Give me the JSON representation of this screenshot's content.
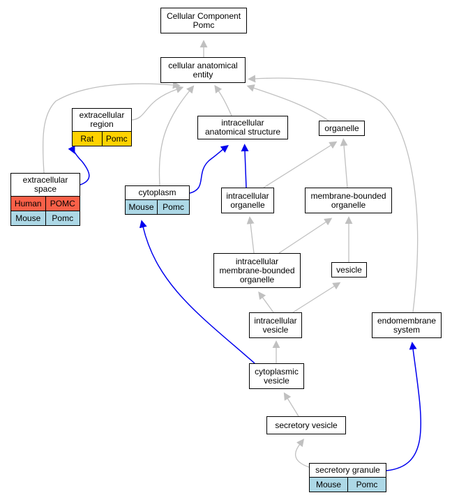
{
  "colors": {
    "gray_edge": "#c0c0c0",
    "blue_edge": "#0000ee",
    "human": "#fa6048",
    "rat": "#ffd200",
    "mouse": "#add8e6"
  },
  "nodes": {
    "cellular_component": {
      "lines": [
        "Cellular Component",
        "Pomc"
      ]
    },
    "cellular_anatomical_entity": {
      "lines": [
        "cellular anatomical",
        "entity"
      ]
    },
    "extracellular_region": {
      "lines": [
        "extracellular",
        "region"
      ],
      "rows": [
        [
          "Rat",
          "Pomc"
        ]
      ]
    },
    "intracellular_anatomical_structure": {
      "lines": [
        "intracellular",
        "anatomical structure"
      ]
    },
    "organelle": {
      "lines": [
        "organelle"
      ]
    },
    "extracellular_space": {
      "lines": [
        "extracellular",
        "space"
      ],
      "rows": [
        [
          "Human",
          "POMC"
        ],
        [
          "Mouse",
          "Pomc"
        ]
      ]
    },
    "cytoplasm": {
      "lines": [
        "cytoplasm"
      ],
      "rows": [
        [
          "Mouse",
          "Pomc"
        ]
      ]
    },
    "intracellular_organelle": {
      "lines": [
        "intracellular",
        "organelle"
      ]
    },
    "membrane_bounded_organelle": {
      "lines": [
        "membrane-bounded",
        "organelle"
      ]
    },
    "intracellular_membrane_bounded_organelle": {
      "lines": [
        "intracellular",
        "membrane-bounded",
        "organelle"
      ]
    },
    "vesicle": {
      "lines": [
        "vesicle"
      ]
    },
    "intracellular_vesicle": {
      "lines": [
        "intracellular",
        "vesicle"
      ]
    },
    "endomembrane_system": {
      "lines": [
        "endomembrane",
        "system"
      ]
    },
    "cytoplasmic_vesicle": {
      "lines": [
        "cytoplasmic",
        "vesicle"
      ]
    },
    "secretory_vesicle": {
      "lines": [
        "secretory vesicle"
      ]
    },
    "secretory_granule": {
      "lines": [
        "secretory granule"
      ],
      "rows": [
        [
          "Mouse",
          "Pomc"
        ]
      ]
    }
  },
  "edges": [
    {
      "from": "cellular_anatomical_entity",
      "to": "cellular_component",
      "kind": "gray"
    },
    {
      "from": "extracellular_region",
      "to": "cellular_anatomical_entity",
      "kind": "gray"
    },
    {
      "from": "intracellular_anatomical_structure",
      "to": "cellular_anatomical_entity",
      "kind": "gray"
    },
    {
      "from": "organelle",
      "to": "cellular_anatomical_entity",
      "kind": "gray"
    },
    {
      "from": "extracellular_space",
      "to": "cellular_anatomical_entity",
      "kind": "gray"
    },
    {
      "from": "cytoplasm",
      "to": "cellular_anatomical_entity",
      "kind": "gray"
    },
    {
      "from": "endomembrane_system",
      "to": "cellular_anatomical_entity",
      "kind": "gray"
    },
    {
      "from": "extracellular_space",
      "to": "extracellular_region",
      "kind": "blue"
    },
    {
      "from": "cytoplasm",
      "to": "intracellular_anatomical_structure",
      "kind": "blue"
    },
    {
      "from": "intracellular_organelle",
      "to": "intracellular_anatomical_structure",
      "kind": "blue"
    },
    {
      "from": "intracellular_organelle",
      "to": "organelle",
      "kind": "gray"
    },
    {
      "from": "membrane_bounded_organelle",
      "to": "organelle",
      "kind": "gray"
    },
    {
      "from": "intracellular_membrane_bounded_organelle",
      "to": "intracellular_organelle",
      "kind": "gray"
    },
    {
      "from": "intracellular_membrane_bounded_organelle",
      "to": "membrane_bounded_organelle",
      "kind": "gray"
    },
    {
      "from": "vesicle",
      "to": "membrane_bounded_organelle",
      "kind": "gray"
    },
    {
      "from": "intracellular_vesicle",
      "to": "intracellular_membrane_bounded_organelle",
      "kind": "gray"
    },
    {
      "from": "intracellular_vesicle",
      "to": "vesicle",
      "kind": "gray"
    },
    {
      "from": "cytoplasmic_vesicle",
      "to": "intracellular_vesicle",
      "kind": "gray"
    },
    {
      "from": "cytoplasmic_vesicle",
      "to": "cytoplasm",
      "kind": "blue"
    },
    {
      "from": "secretory_vesicle",
      "to": "cytoplasmic_vesicle",
      "kind": "gray"
    },
    {
      "from": "secretory_granule",
      "to": "secretory_vesicle",
      "kind": "gray"
    },
    {
      "from": "secretory_granule",
      "to": "endomembrane_system",
      "kind": "blue"
    }
  ]
}
